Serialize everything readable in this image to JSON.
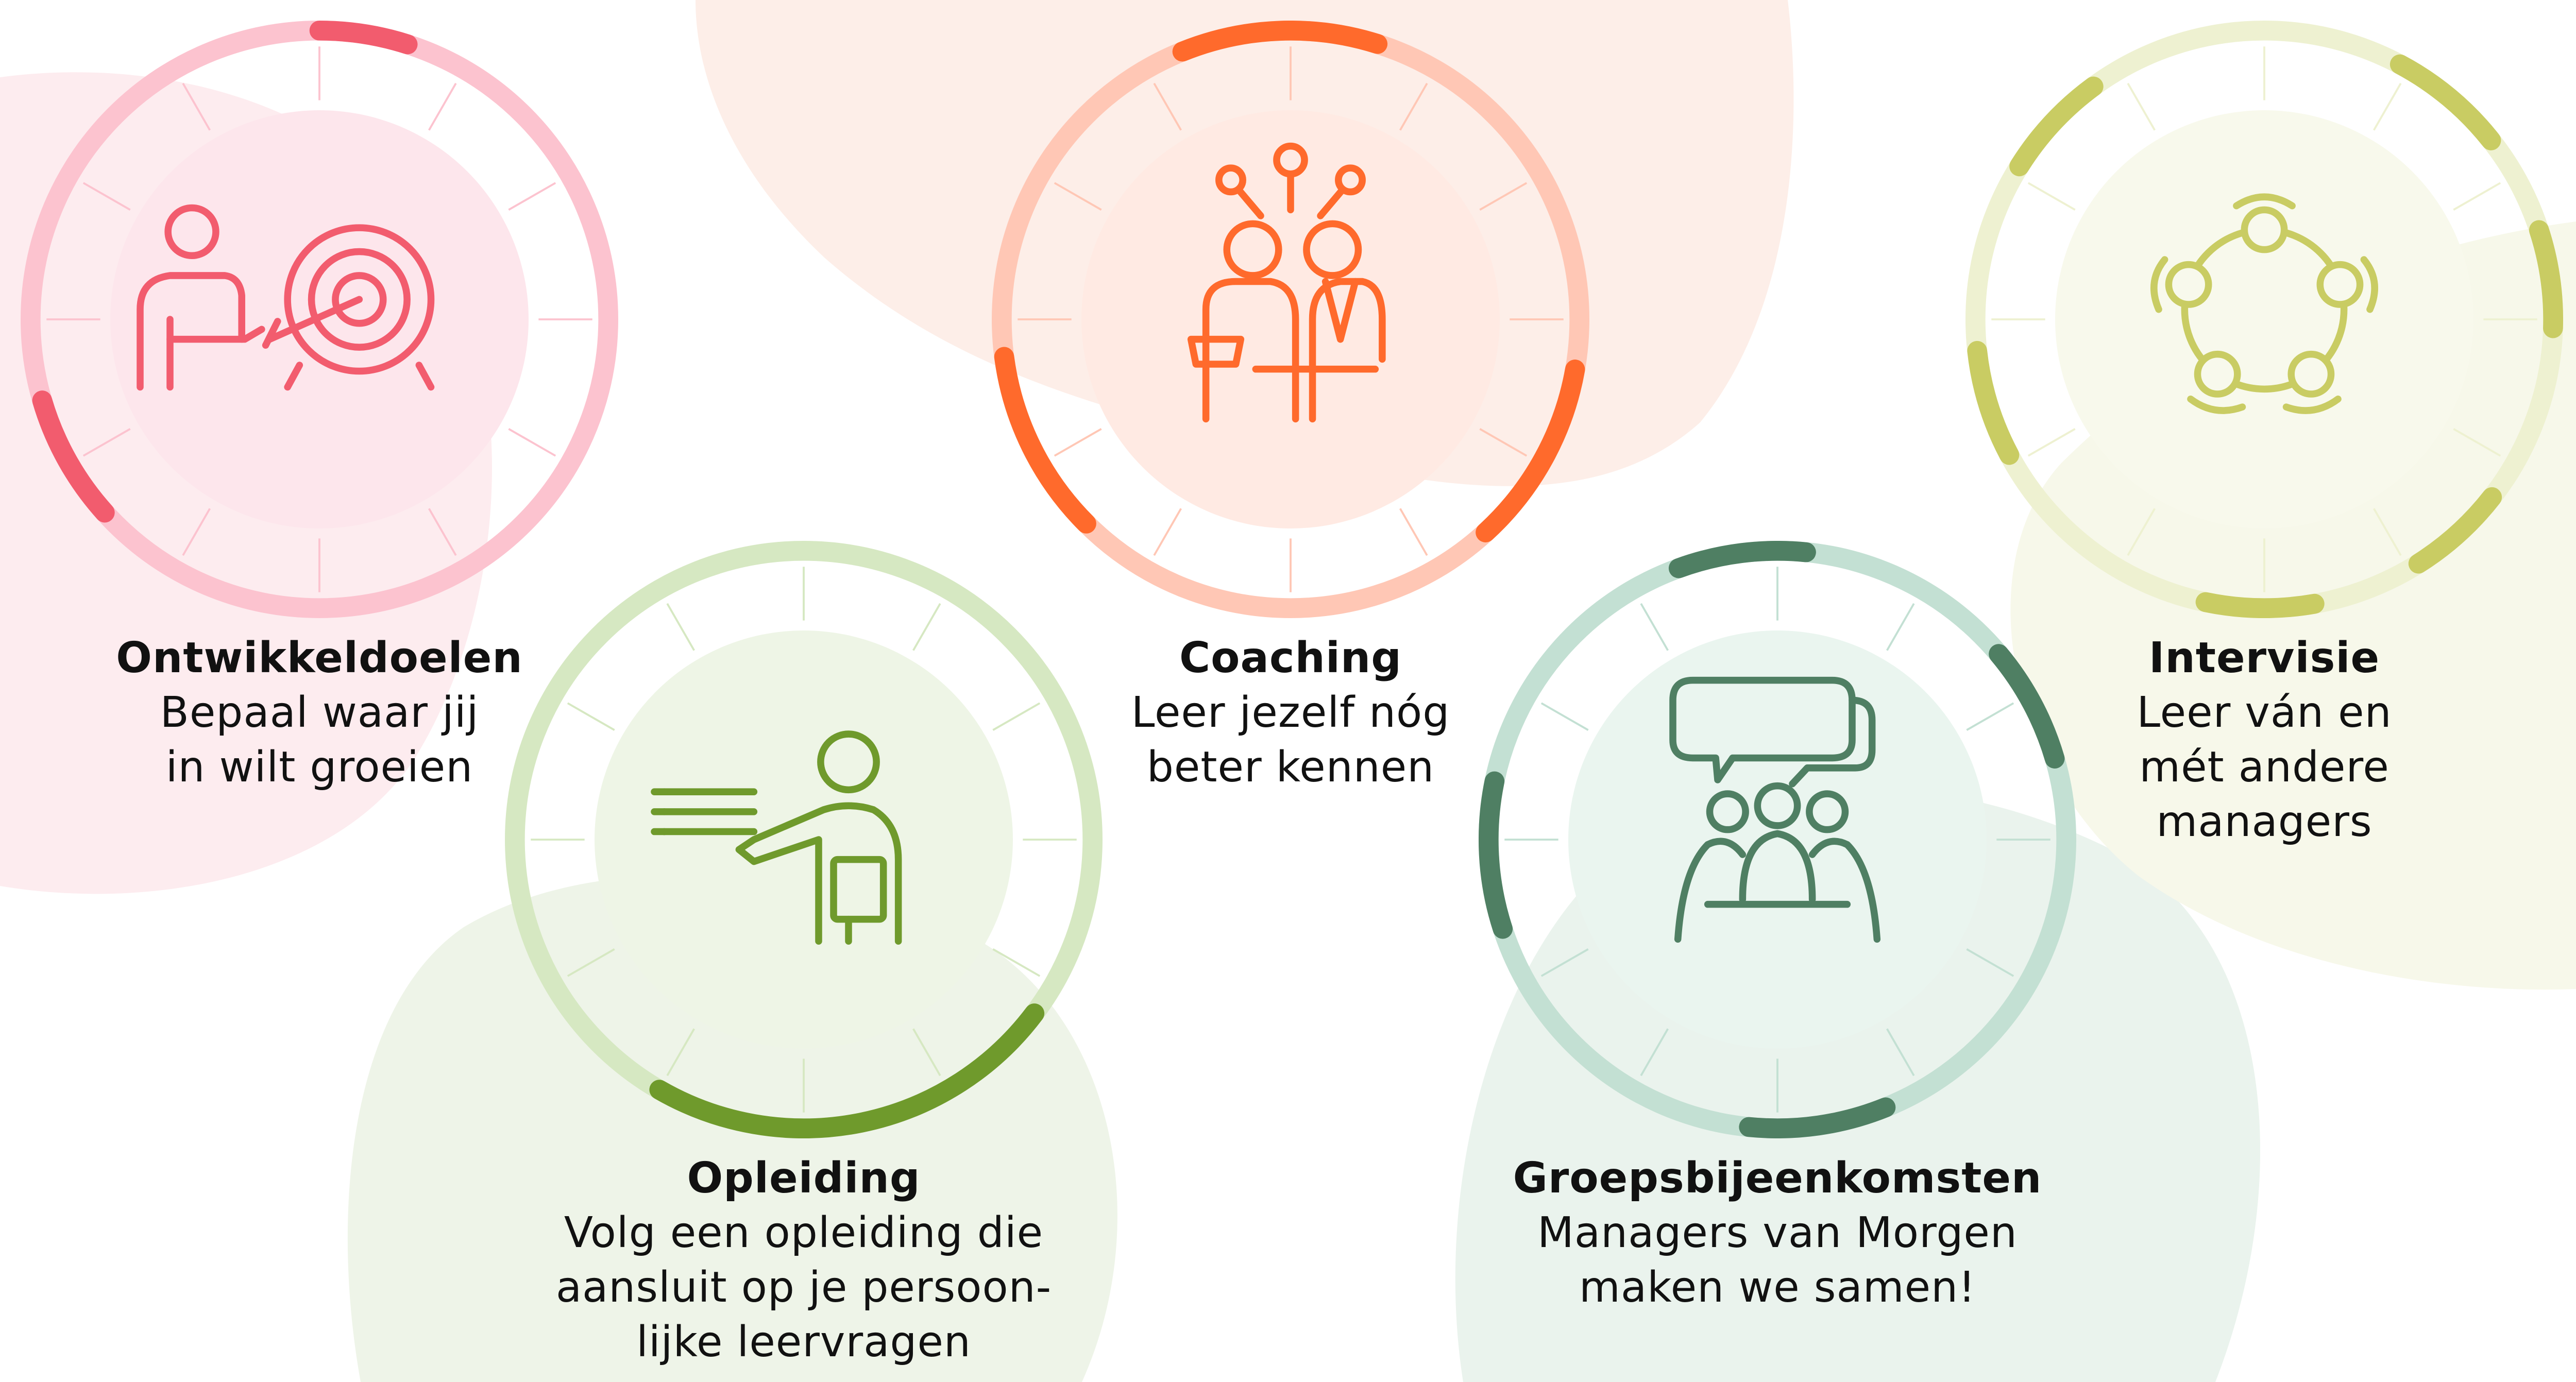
{
  "palette": {
    "pink": "#f25c6e",
    "pink_ring": "#fcc3cf",
    "pink_disc": "#fde6ec",
    "pink_blob": "#fdecef",
    "green": "#6f9a2c",
    "green_ring": "#d6e8c2",
    "green_disc": "#eef5e6",
    "green_blob": "#eef4e8",
    "orange": "#ff6a2c",
    "orange_ring": "#ffc7b5",
    "orange_disc": "#ffeae3",
    "orange_blob": "#fdeee8",
    "teal": "#4f7f63",
    "teal_ring": "#c3e0d3",
    "teal_disc": "#eaf5ef",
    "teal_blob": "#eaf3ed",
    "olive": "#c9cc63",
    "olive_ring": "#eef1d1",
    "olive_disc": "#f8f9ec",
    "olive_blob": "#f7f8ea",
    "text": "#111111"
  },
  "items": [
    {
      "key": "ontwikkeldoelen",
      "title": "Ontwikkeldoelen",
      "desc": "Bepaal waar jij\nin wilt groeien",
      "icon": "target-icon",
      "accent": "#f25c6e",
      "ring": "#fcc3cf",
      "disc": "#fde6ec"
    },
    {
      "key": "opleiding",
      "title": "Opleiding",
      "desc": "Volg een opleiding die\naansluit op je persoon-\nlijke leervragen",
      "icon": "presenter-icon",
      "accent": "#6f9a2c",
      "ring": "#d6e8c2",
      "disc": "#eef5e6"
    },
    {
      "key": "coaching",
      "title": "Coaching",
      "desc": "Leer jezelf nóg\nbeter kennen",
      "icon": "coaching-icon",
      "accent": "#ff6a2c",
      "ring": "#ffc7b5",
      "disc": "#ffeae3"
    },
    {
      "key": "groepsbijeenkomsten",
      "title": "Groepsbijeenkomsten",
      "desc": "Managers van Morgen\nmaken we samen!",
      "icon": "group-meeting-icon",
      "accent": "#4f7f63",
      "ring": "#c3e0d3",
      "disc": "#eaf5ef"
    },
    {
      "key": "intervisie",
      "title": "Intervisie",
      "desc": "Leer ván en\nmét andere\nmanagers",
      "icon": "circle-of-people-icon",
      "accent": "#c9cc63",
      "ring": "#eef1d1",
      "disc": "#f8f9ec"
    }
  ]
}
